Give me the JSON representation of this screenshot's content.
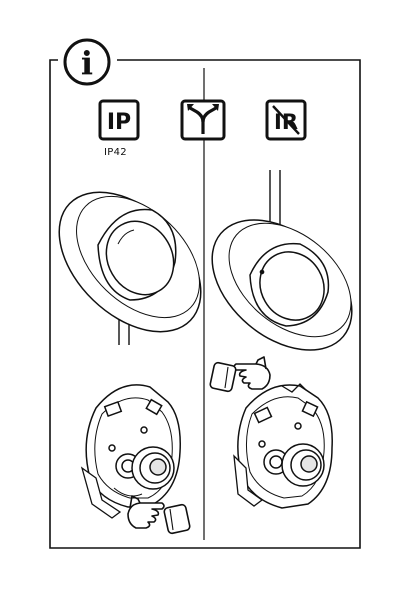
{
  "info_symbol": "i",
  "badges": {
    "left_text": "IP",
    "left_caption": "IP42",
    "right_text": "IR"
  },
  "icons": [
    "info-icon",
    "ip-rating-icon",
    "branch-arrow-icon",
    "no-ir-icon",
    "pointing-hand-icon"
  ],
  "colors": {
    "line": "#111111",
    "background": "#ffffff"
  }
}
